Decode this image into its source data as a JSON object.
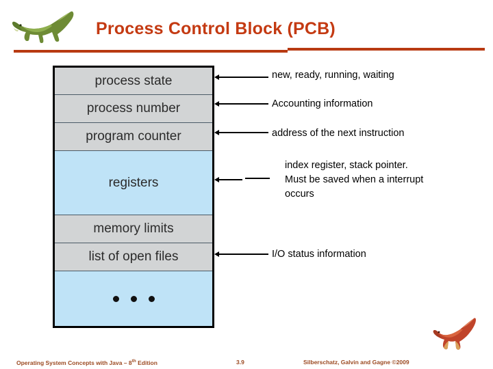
{
  "slide": {
    "title": "Process Control Block (PCB)",
    "title_color": "#C43A12",
    "rule_color": "#B83A12"
  },
  "pcb_diagram": {
    "name": "process-control-block",
    "gray_color": "#D2D4D5",
    "blue_color": "#BFE3F7",
    "border_color": "#000000",
    "rows": [
      {
        "label": "process state",
        "fill": "gray"
      },
      {
        "label": "process number",
        "fill": "gray"
      },
      {
        "label": "program counter",
        "fill": "gray"
      },
      {
        "label": "registers",
        "fill": "blue"
      },
      {
        "label": "memory limits",
        "fill": "gray"
      },
      {
        "label": "list of open files",
        "fill": "gray"
      },
      {
        "label": "•  •  •",
        "fill": "blue"
      }
    ]
  },
  "annotations": [
    {
      "target": "process state",
      "text": "new, ready, running, waiting"
    },
    {
      "target": "process number",
      "text": "Accounting information"
    },
    {
      "target": "program counter",
      "text": "address of the next instruction"
    },
    {
      "target": "registers",
      "text": "index register, stack pointer.\nMust be saved when a interrupt\noccurs"
    },
    {
      "target": "list of open files",
      "text": "I/O status information"
    }
  ],
  "footer": {
    "left_prefix": "Operating System Concepts  with Java – 8",
    "left_sup": "th",
    "left_suffix": " Edition",
    "page_number": "3.9",
    "copyright": "Silberschatz, Galvin and Gagne ©2009",
    "color": "#9C4A22"
  },
  "icons": {
    "dino_top": "green-dinosaur-icon",
    "dino_bottom": "red-dinosaur-icon"
  }
}
